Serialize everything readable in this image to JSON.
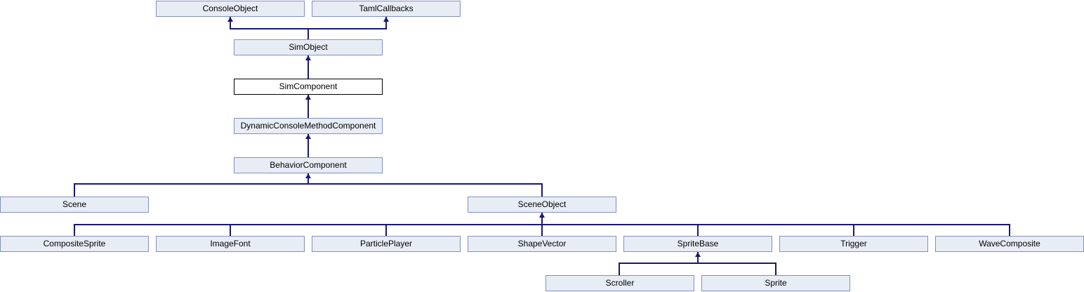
{
  "diagram": {
    "type": "class-inheritance-graph",
    "current_class": "SimComponent",
    "nodes": [
      {
        "id": "ConsoleObject",
        "label": "ConsoleObject"
      },
      {
        "id": "TamlCallbacks",
        "label": "TamlCallbacks"
      },
      {
        "id": "SimObject",
        "label": "SimObject"
      },
      {
        "id": "SimComponent",
        "label": "SimComponent"
      },
      {
        "id": "DynamicConsoleMethodComponent",
        "label": "DynamicConsoleMethodComponent"
      },
      {
        "id": "BehaviorComponent",
        "label": "BehaviorComponent"
      },
      {
        "id": "Scene",
        "label": "Scene"
      },
      {
        "id": "SceneObject",
        "label": "SceneObject"
      },
      {
        "id": "CompositeSprite",
        "label": "CompositeSprite"
      },
      {
        "id": "ImageFont",
        "label": "ImageFont"
      },
      {
        "id": "ParticlePlayer",
        "label": "ParticlePlayer"
      },
      {
        "id": "ShapeVector",
        "label": "ShapeVector"
      },
      {
        "id": "SpriteBase",
        "label": "SpriteBase"
      },
      {
        "id": "Trigger",
        "label": "Trigger"
      },
      {
        "id": "WaveComposite",
        "label": "WaveComposite"
      },
      {
        "id": "Scroller",
        "label": "Scroller"
      },
      {
        "id": "Sprite",
        "label": "Sprite"
      }
    ],
    "edges": [
      {
        "derived": "SimObject",
        "base": "ConsoleObject"
      },
      {
        "derived": "SimObject",
        "base": "TamlCallbacks"
      },
      {
        "derived": "SimComponent",
        "base": "SimObject"
      },
      {
        "derived": "DynamicConsoleMethodComponent",
        "base": "SimComponent"
      },
      {
        "derived": "BehaviorComponent",
        "base": "DynamicConsoleMethodComponent"
      },
      {
        "derived": "Scene",
        "base": "BehaviorComponent"
      },
      {
        "derived": "SceneObject",
        "base": "BehaviorComponent"
      },
      {
        "derived": "CompositeSprite",
        "base": "SceneObject"
      },
      {
        "derived": "ImageFont",
        "base": "SceneObject"
      },
      {
        "derived": "ParticlePlayer",
        "base": "SceneObject"
      },
      {
        "derived": "ShapeVector",
        "base": "SceneObject"
      },
      {
        "derived": "SpriteBase",
        "base": "SceneObject"
      },
      {
        "derived": "Trigger",
        "base": "SceneObject"
      },
      {
        "derived": "WaveComposite",
        "base": "SceneObject"
      },
      {
        "derived": "Scroller",
        "base": "SpriteBase"
      },
      {
        "derived": "Sprite",
        "base": "SpriteBase"
      }
    ],
    "colors": {
      "node_fill": "#E8ECF5",
      "node_border": "#8191BE",
      "current_fill": "#FFFFFF",
      "current_border": "#000000",
      "edge": "#191970",
      "text": "#000000",
      "background": "#FFFFFF"
    }
  }
}
